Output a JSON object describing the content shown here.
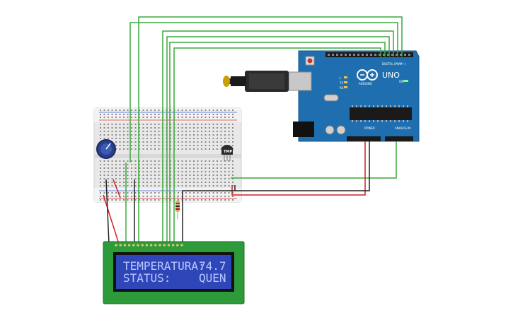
{
  "lcd": {
    "line1_label": "TEMPERATURA:",
    "line1_value": "74.7",
    "line2_label": "STATUS:",
    "line2_value": "QUEN"
  },
  "arduino": {
    "model": "UNO",
    "brand": "ARDUINO",
    "digital_header": "DIGITAL (PWM~)",
    "analog_header": "ANALOG IN",
    "power_header": "POWER",
    "led_tx": "TX",
    "led_rx": "RX",
    "led_on": "ON",
    "led_l": "L"
  },
  "sensor": {
    "label": "TMP"
  },
  "colors": {
    "wire_green": "#3aa83a",
    "wire_red": "#d32020",
    "wire_black": "#222222",
    "board_blue": "#1f6fb0",
    "lcd_green": "#2e9b3a",
    "lcd_screen": "#2f46b8"
  }
}
